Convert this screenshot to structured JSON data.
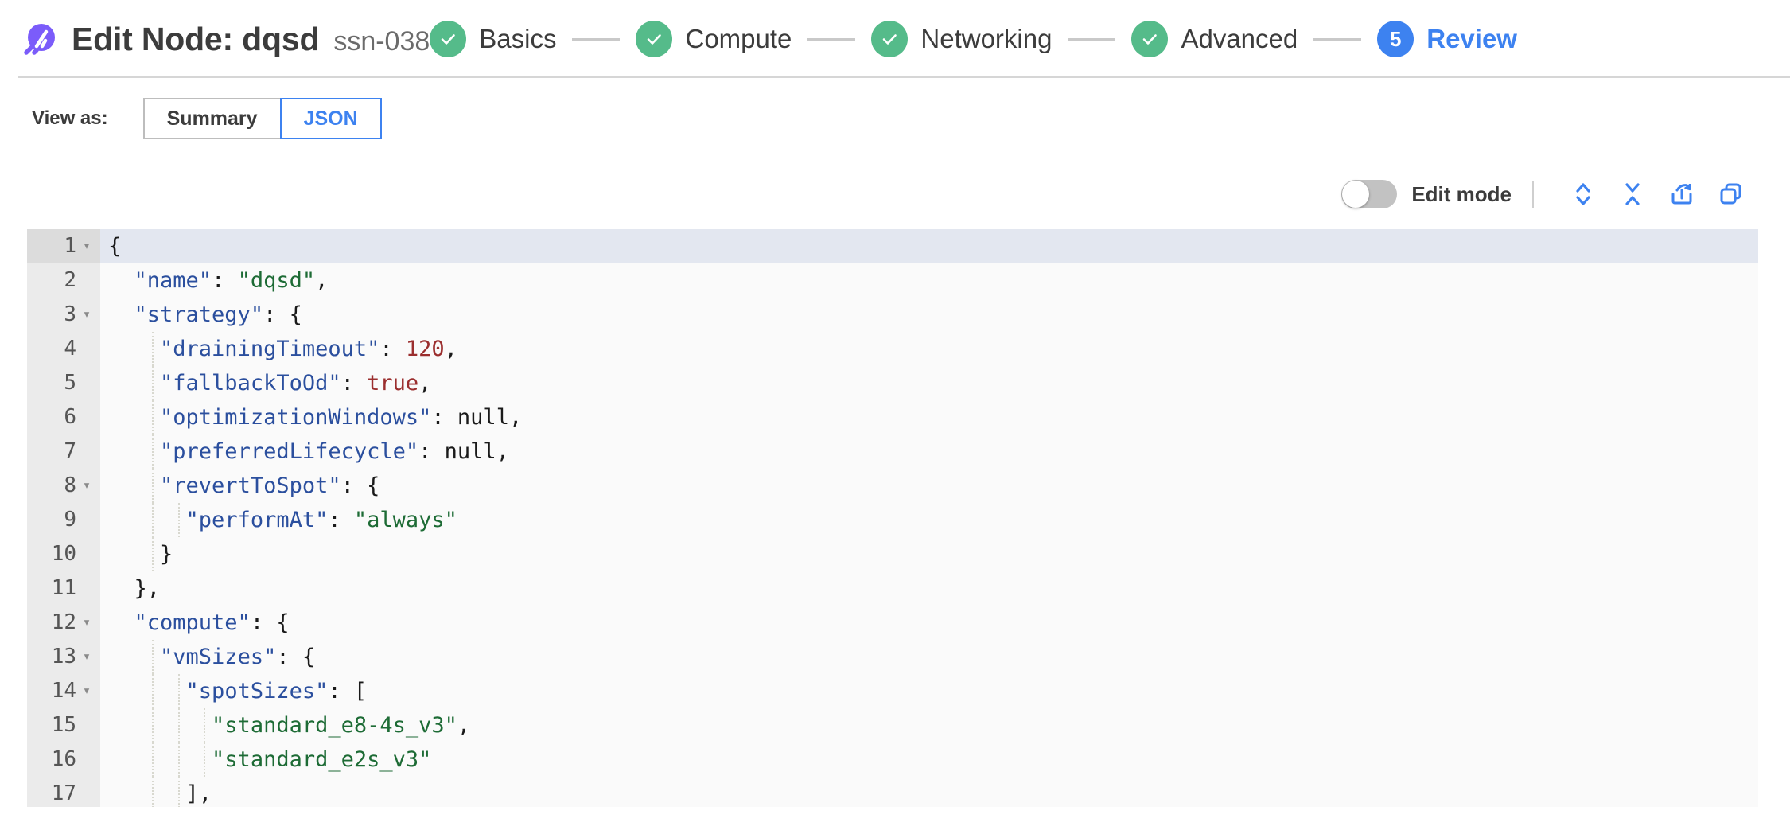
{
  "header": {
    "logo_icon": "spot-logo-icon",
    "title": "Edit Node: dqsd",
    "subtitle": "ssn-038",
    "steps": [
      {
        "label": "Basics",
        "state": "done",
        "badge": "check"
      },
      {
        "label": "Compute",
        "state": "done",
        "badge": "check"
      },
      {
        "label": "Networking",
        "state": "done",
        "badge": "check"
      },
      {
        "label": "Advanced",
        "state": "done",
        "badge": "check"
      },
      {
        "label": "Review",
        "state": "active",
        "badge": "5"
      }
    ]
  },
  "view_as": {
    "label": "View as:",
    "options": [
      "Summary",
      "JSON"
    ],
    "selected": "JSON"
  },
  "editor_toolbar": {
    "edit_mode_label": "Edit mode",
    "edit_mode_on": false,
    "icons": [
      {
        "name": "expand-all-icon",
        "title": "Expand all"
      },
      {
        "name": "collapse-all-icon",
        "title": "Collapse all"
      },
      {
        "name": "export-icon",
        "title": "Export"
      },
      {
        "name": "copy-icon",
        "title": "Copy"
      }
    ]
  },
  "colors": {
    "accent_blue": "#3d82f0",
    "success_green": "#55bb8a",
    "logo_purple": "#7b5cfa",
    "key_blue": "#2b4f9e",
    "string_green": "#1d6b35",
    "number_red": "#9b2e2e",
    "active_line": "#e3e7f0",
    "editor_bg": "#fafafa",
    "gutter_bg": "#ebebeb"
  },
  "json_editor": {
    "active_line": 1,
    "lines": [
      {
        "num": 1,
        "fold": true,
        "indent": 0,
        "tokens": [
          {
            "t": "{",
            "c": "p"
          }
        ]
      },
      {
        "num": 2,
        "fold": false,
        "indent": 1,
        "tokens": [
          {
            "t": "\"name\"",
            "c": "k"
          },
          {
            "t": ": ",
            "c": "p"
          },
          {
            "t": "\"dqsd\"",
            "c": "s"
          },
          {
            "t": ",",
            "c": "p"
          }
        ]
      },
      {
        "num": 3,
        "fold": true,
        "indent": 1,
        "tokens": [
          {
            "t": "\"strategy\"",
            "c": "k"
          },
          {
            "t": ": {",
            "c": "p"
          }
        ]
      },
      {
        "num": 4,
        "fold": false,
        "indent": 2,
        "tokens": [
          {
            "t": "\"drainingTimeout\"",
            "c": "k"
          },
          {
            "t": ": ",
            "c": "p"
          },
          {
            "t": "120",
            "c": "n"
          },
          {
            "t": ",",
            "c": "p"
          }
        ]
      },
      {
        "num": 5,
        "fold": false,
        "indent": 2,
        "tokens": [
          {
            "t": "\"fallbackToOd\"",
            "c": "k"
          },
          {
            "t": ": ",
            "c": "p"
          },
          {
            "t": "true",
            "c": "b"
          },
          {
            "t": ",",
            "c": "p"
          }
        ]
      },
      {
        "num": 6,
        "fold": false,
        "indent": 2,
        "tokens": [
          {
            "t": "\"optimizationWindows\"",
            "c": "k"
          },
          {
            "t": ": ",
            "c": "p"
          },
          {
            "t": "null",
            "c": "nl"
          },
          {
            "t": ",",
            "c": "p"
          }
        ]
      },
      {
        "num": 7,
        "fold": false,
        "indent": 2,
        "tokens": [
          {
            "t": "\"preferredLifecycle\"",
            "c": "k"
          },
          {
            "t": ": ",
            "c": "p"
          },
          {
            "t": "null",
            "c": "nl"
          },
          {
            "t": ",",
            "c": "p"
          }
        ]
      },
      {
        "num": 8,
        "fold": true,
        "indent": 2,
        "tokens": [
          {
            "t": "\"revertToSpot\"",
            "c": "k"
          },
          {
            "t": ": {",
            "c": "p"
          }
        ]
      },
      {
        "num": 9,
        "fold": false,
        "indent": 3,
        "tokens": [
          {
            "t": "\"performAt\"",
            "c": "k"
          },
          {
            "t": ": ",
            "c": "p"
          },
          {
            "t": "\"always\"",
            "c": "s"
          }
        ]
      },
      {
        "num": 10,
        "fold": false,
        "indent": 2,
        "tokens": [
          {
            "t": "}",
            "c": "p"
          }
        ]
      },
      {
        "num": 11,
        "fold": false,
        "indent": 1,
        "tokens": [
          {
            "t": "},",
            "c": "p"
          }
        ]
      },
      {
        "num": 12,
        "fold": true,
        "indent": 1,
        "tokens": [
          {
            "t": "\"compute\"",
            "c": "k"
          },
          {
            "t": ": {",
            "c": "p"
          }
        ]
      },
      {
        "num": 13,
        "fold": true,
        "indent": 2,
        "tokens": [
          {
            "t": "\"vmSizes\"",
            "c": "k"
          },
          {
            "t": ": {",
            "c": "p"
          }
        ]
      },
      {
        "num": 14,
        "fold": true,
        "indent": 3,
        "tokens": [
          {
            "t": "\"spotSizes\"",
            "c": "k"
          },
          {
            "t": ": [",
            "c": "p"
          }
        ]
      },
      {
        "num": 15,
        "fold": false,
        "indent": 4,
        "tokens": [
          {
            "t": "\"standard_e8-4s_v3\"",
            "c": "s"
          },
          {
            "t": ",",
            "c": "p"
          }
        ]
      },
      {
        "num": 16,
        "fold": false,
        "indent": 4,
        "tokens": [
          {
            "t": "\"standard_e2s_v3\"",
            "c": "s"
          }
        ]
      },
      {
        "num": 17,
        "fold": false,
        "indent": 3,
        "tokens": [
          {
            "t": "],",
            "c": "p"
          }
        ]
      }
    ]
  }
}
